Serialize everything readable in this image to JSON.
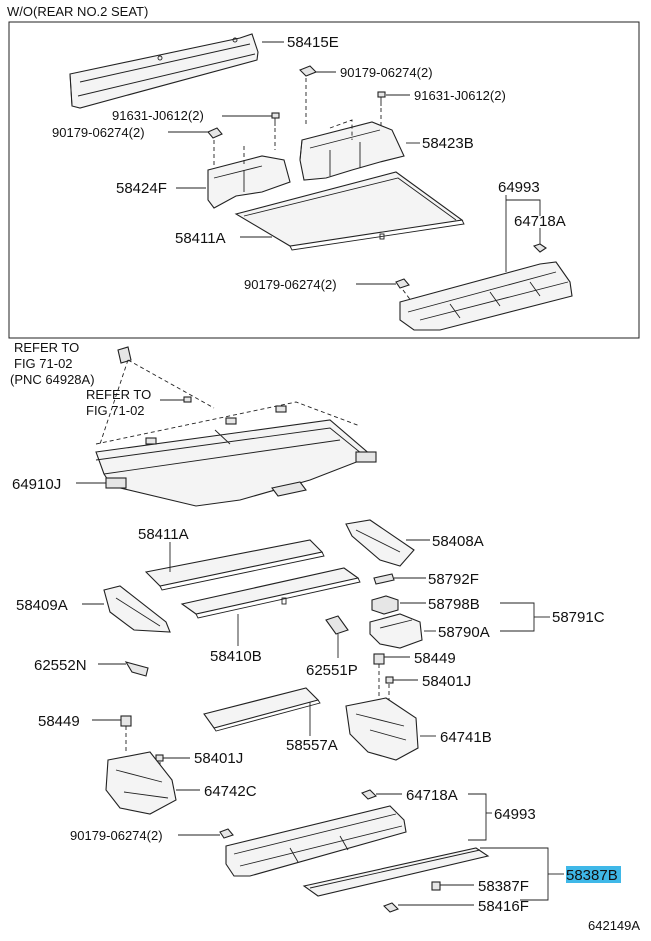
{
  "header_note": "W/O(REAR NO.2 SEAT)",
  "figure_id": "642149A",
  "refer_a": [
    "REFER TO",
    "FIG 71-02",
    "(PNC 64928A)"
  ],
  "refer_b": [
    "REFER TO",
    "FIG 71-02"
  ],
  "labels": {
    "p58415E": "58415E",
    "p90179_a": "90179-06274(2)",
    "p91631_a": "91631-J0612(2)",
    "p91631_b": "91631-J0612(2)",
    "p90179_b": "90179-06274(2)",
    "p58423B": "58423B",
    "p58424F": "58424F",
    "p64993_top": "64993",
    "p64718A_top": "64718A",
    "p58411A_top": "58411A",
    "p90179_c": "90179-06274(2)",
    "p64910J": "64910J",
    "p58411A": "58411A",
    "p58408A": "58408A",
    "p58792F": "58792F",
    "p58798B": "58798B",
    "p58791C": "58791C",
    "p58409A": "58409A",
    "p58790A": "58790A",
    "p58410B": "58410B",
    "p62551P": "62551P",
    "p58449_r": "58449",
    "p62552N": "62552N",
    "p58401J_r": "58401J",
    "p58449_l": "58449",
    "p58557A": "58557A",
    "p64741B": "64741B",
    "p58401J_l": "58401J",
    "p64742C": "64742C",
    "p64718A": "64718A",
    "p64993": "64993",
    "p90179_d": "90179-06274(2)",
    "p58387B_hl": "58387B",
    "p58387F": "58387F",
    "p58416F": "58416F"
  }
}
